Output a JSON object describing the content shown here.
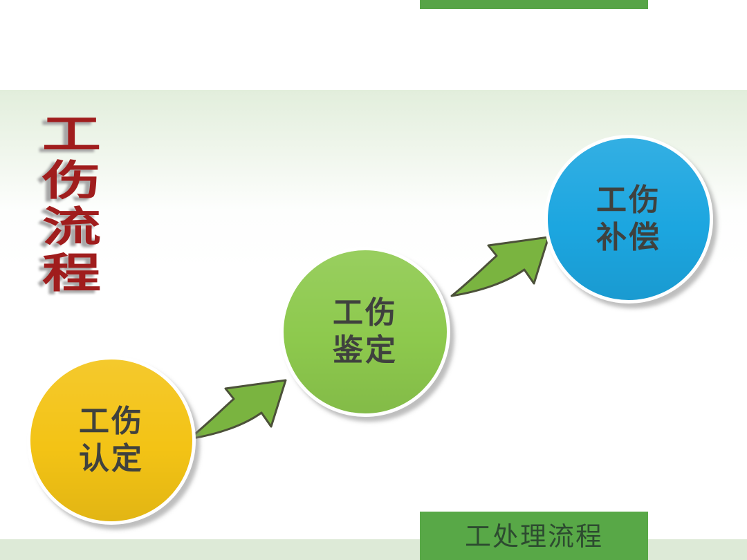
{
  "slide": {
    "title": {
      "text": "工伤流程",
      "color": "#A01D1D",
      "shadow_color": "#A6A6A6"
    },
    "background": {
      "top_band_color": "#FFFFFF",
      "main_gradient_top": "#E2EEDC",
      "main_gradient_bottom": "#FFFFFF",
      "bottom_strip_color": "#DDEAD7"
    },
    "accent_bars": {
      "top_bar_color": "#57A447",
      "bottom_bar_color": "#58A847"
    },
    "flow_steps": [
      {
        "id": "step-1",
        "lines": [
          "工伤",
          "认定"
        ],
        "circle_color": "#F3C315"
      },
      {
        "id": "step-2",
        "lines": [
          "工伤",
          "鉴定"
        ],
        "circle_color": "#8DC94D"
      },
      {
        "id": "step-3",
        "lines": [
          "工伤",
          "补偿"
        ],
        "circle_color": "#1CA6E0"
      }
    ],
    "label_text_color": "#3F413E",
    "arrows": {
      "direction": "up-right",
      "fill": "#7AB440",
      "stroke": "#4C5139"
    },
    "footer": {
      "label": "工处理流程",
      "text_color": "#2D4B30"
    }
  }
}
